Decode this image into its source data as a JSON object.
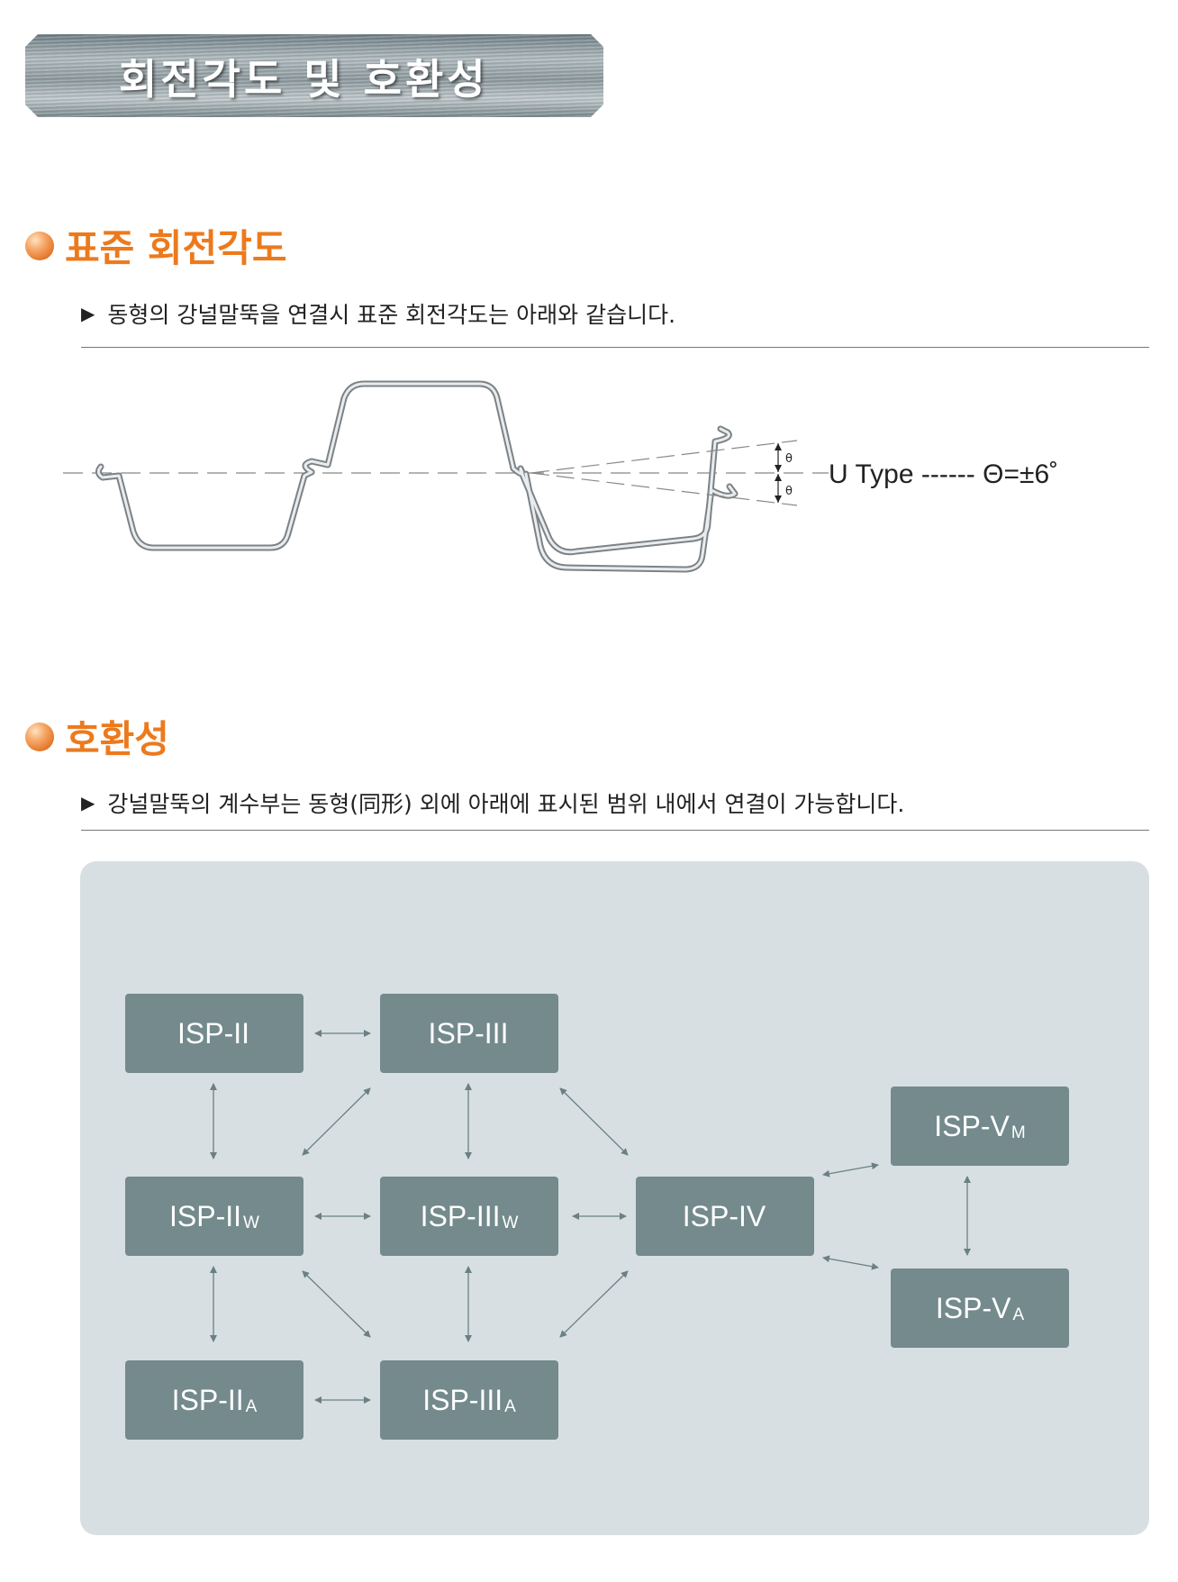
{
  "header": {
    "title": "회전각도 및 호환성"
  },
  "section1": {
    "title": "표준 회전각도",
    "description": "동형의 강널말뚝을 연결시 표준 회전각도는 아래와 같습니다.",
    "theta_label": "θ",
    "utype_label": "U Type",
    "utype_dashes": "------",
    "utype_value": "Θ=±6˚"
  },
  "section2": {
    "title": "호환성",
    "description": "강널말뚝의 계수부는 동형(同形) 외에 아래에 표시된 범위 내에서 연결이 가능합니다.",
    "nodes": [
      {
        "label": "ISP-II",
        "sub": ""
      },
      {
        "label": "ISP-III",
        "sub": ""
      },
      {
        "label": "ISP-II",
        "sub": "W"
      },
      {
        "label": "ISP-III",
        "sub": "W"
      },
      {
        "label": "ISP-IV",
        "sub": ""
      },
      {
        "label": "ISP-II",
        "sub": "A"
      },
      {
        "label": "ISP-III",
        "sub": "A"
      },
      {
        "label": "ISP-V",
        "sub": "M"
      },
      {
        "label": "ISP-V",
        "sub": "A"
      }
    ]
  },
  "colors": {
    "accent": "#ec7a1d",
    "node": "#748a8c",
    "panel": "#d7dfe2"
  }
}
